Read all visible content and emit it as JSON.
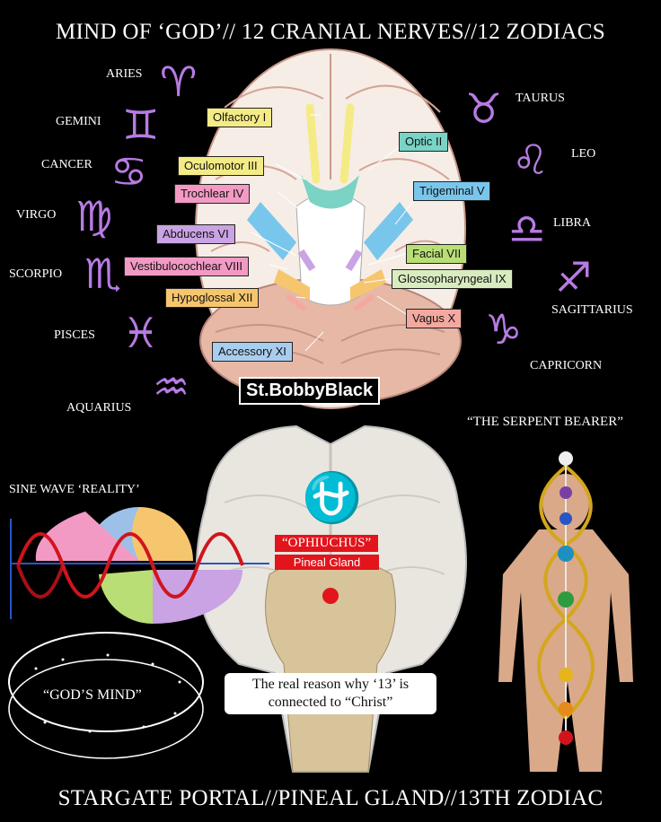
{
  "header": {
    "title": "MIND OF ‘GOD’// 12 CRANIAL NERVES//12 ZODIACS"
  },
  "footer": {
    "title": "STARGATE PORTAL//PINEAL GLAND//13TH ZODIAC"
  },
  "zodiac_left": [
    {
      "name": "ARIES",
      "glyph": "♈"
    },
    {
      "name": "GEMINI",
      "glyph": "♊"
    },
    {
      "name": "CANCER",
      "glyph": "♋"
    },
    {
      "name": "VIRGO",
      "glyph": "♍"
    },
    {
      "name": "SCORPIO",
      "glyph": "♏"
    },
    {
      "name": "PISCES",
      "glyph": "♓"
    },
    {
      "name": "AQUARIUS",
      "glyph": "♒"
    }
  ],
  "zodiac_right": [
    {
      "name": "TAURUS",
      "glyph": "♉"
    },
    {
      "name": "LEO",
      "glyph": "♌"
    },
    {
      "name": "LIBRA",
      "glyph": "♎"
    },
    {
      "name": "SAGITTARIUS",
      "glyph": "♐"
    },
    {
      "name": "CAPRICORN",
      "glyph": "♑"
    }
  ],
  "nerves": [
    {
      "label": "Olfactory I",
      "color": "#f4eb86"
    },
    {
      "label": "Optic II",
      "color": "#7ad3c4"
    },
    {
      "label": "Oculomotor III",
      "color": "#f4eb86"
    },
    {
      "label": "Trochlear IV",
      "color": "#f39ac4"
    },
    {
      "label": "Trigeminal V",
      "color": "#79c6ec"
    },
    {
      "label": "Abducens VI",
      "color": "#c9a3e3"
    },
    {
      "label": "Facial VII",
      "color": "#b9de76"
    },
    {
      "label": "Vestibulocochlear VIII",
      "color": "#f39ac4"
    },
    {
      "label": "Glossopharyngeal IX",
      "color": "#d9ecc0"
    },
    {
      "label": "Hypoglossal XII",
      "color": "#f6c66f"
    },
    {
      "label": "Vagus X",
      "color": "#f3a9a0"
    },
    {
      "label": "Accessory XI",
      "color": "#a9cdee"
    }
  ],
  "brand": "St.BobbyBlack",
  "serpent_bearer": "“THE SERPENT BEARER”",
  "sine_label": "SINE WAVE ‘REALITY’",
  "ophiuchus": {
    "label": "“OPHIUCHUS”",
    "sub": "Pineal Gland",
    "glyph": "⛎"
  },
  "caption": {
    "line1": "The real reason why ‘13’ is",
    "line2": "connected to “Christ”"
  },
  "gods_mind": "“GOD’S MIND”",
  "colors": {
    "zodiac_glyph": "#b77be3",
    "ophiuchus_red": "#e2141c",
    "sine_red": "#d1141c"
  }
}
